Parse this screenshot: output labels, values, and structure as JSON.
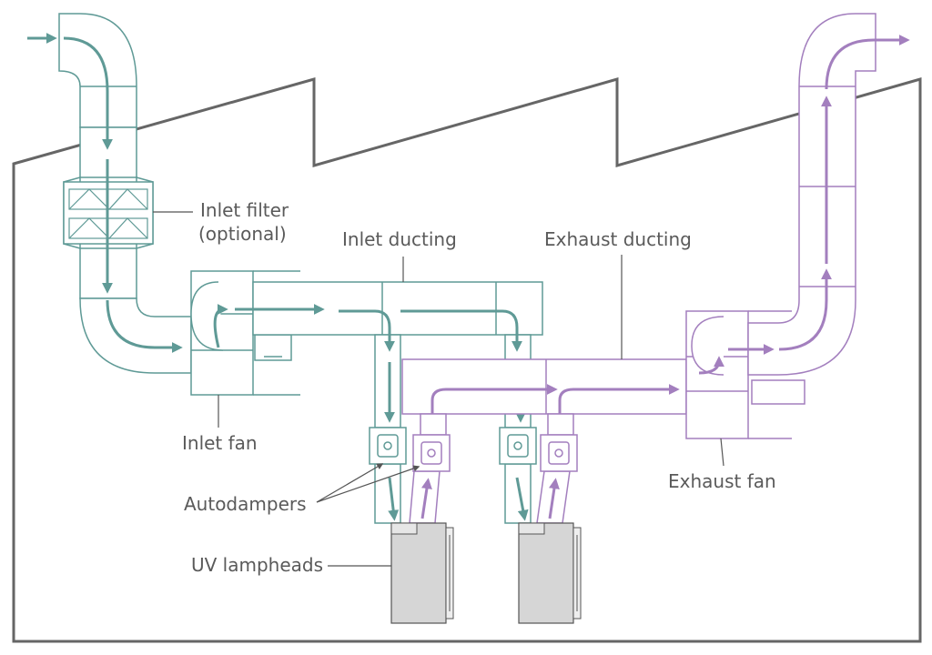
{
  "labels": {
    "inlet_filter": "Inlet filter",
    "inlet_filter_note": "(optional)",
    "inlet_ducting": "Inlet ducting",
    "exhaust_ducting": "Exhaust ducting",
    "inlet_fan": "Inlet fan",
    "exhaust_fan": "Exhaust fan",
    "autodampers": "Autodampers",
    "uv_lampheads": "UV lampheads"
  },
  "colors": {
    "inlet": "#5f9a96",
    "exhaust": "#a37fbe",
    "building": "#666666",
    "text": "#5a5a5a",
    "lamphead": "#d6d6d6"
  }
}
